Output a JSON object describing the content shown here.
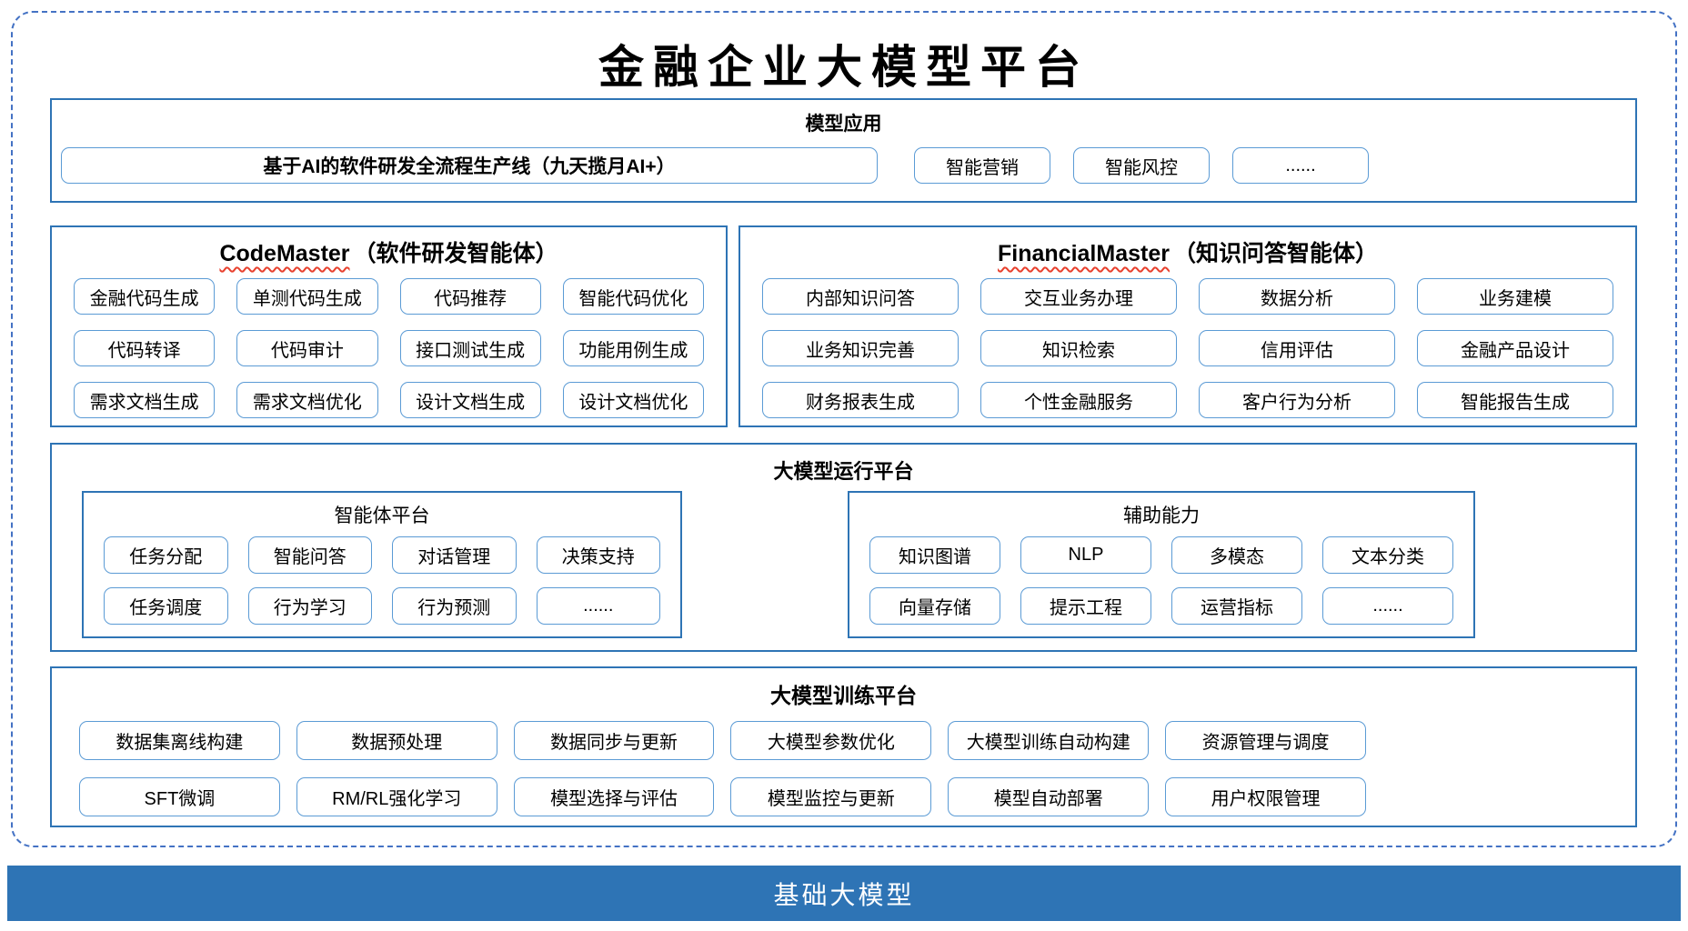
{
  "main_title": "金融企业大模型平台",
  "colors": {
    "section_border": "#2E74B5",
    "button_border": "#5B9BD5",
    "dashed_border": "#4472C4",
    "footer_background": "#2E74B5",
    "wavy_underline": "#E8402D"
  },
  "sections": {
    "model_app": {
      "title": "模型应用",
      "pipeline_button": "基于AI的软件研发全流程生产线（九天揽月AI+）",
      "buttons": [
        "智能营销",
        "智能风控",
        "......"
      ]
    },
    "code_master": {
      "title_en": "CodeMaster",
      "title_zh": "（软件研发智能体）",
      "items": [
        "金融代码生成",
        "单测代码生成",
        "代码推荐",
        "智能代码优化",
        "代码转译",
        "代码审计",
        "接口测试生成",
        "功能用例生成",
        "需求文档生成",
        "需求文档优化",
        "设计文档生成",
        "设计文档优化"
      ]
    },
    "financial_master": {
      "title_en": "FinancialMaster",
      "title_zh": "（知识问答智能体）",
      "items": [
        "内部知识问答",
        "交互业务办理",
        "数据分析",
        "业务建模",
        "业务知识完善",
        "知识检索",
        "信用评估",
        "金融产品设计",
        "财务报表生成",
        "个性金融服务",
        "客户行为分析",
        "智能报告生成"
      ]
    },
    "runtime": {
      "title": "大模型运行平台",
      "agent_platform": {
        "title": "智能体平台",
        "items": [
          "任务分配",
          "智能问答",
          "对话管理",
          "决策支持",
          "任务调度",
          "行为学习",
          "行为预测",
          "......"
        ]
      },
      "aux_ability": {
        "title": "辅助能力",
        "items": [
          "知识图谱",
          "NLP",
          "多模态",
          "文本分类",
          "向量存储",
          "提示工程",
          "运营指标",
          "......"
        ]
      }
    },
    "training": {
      "title": "大模型训练平台",
      "items": [
        "数据集离线构建",
        "数据预处理",
        "数据同步与更新",
        "大模型参数优化",
        "大模型训练自动构建",
        "资源管理与调度",
        "SFT微调",
        "RM/RL强化学习",
        "模型选择与评估",
        "模型监控与更新",
        "模型自动部署",
        "用户权限管理"
      ]
    }
  },
  "footer_bar": {
    "label": "基础大模型"
  }
}
